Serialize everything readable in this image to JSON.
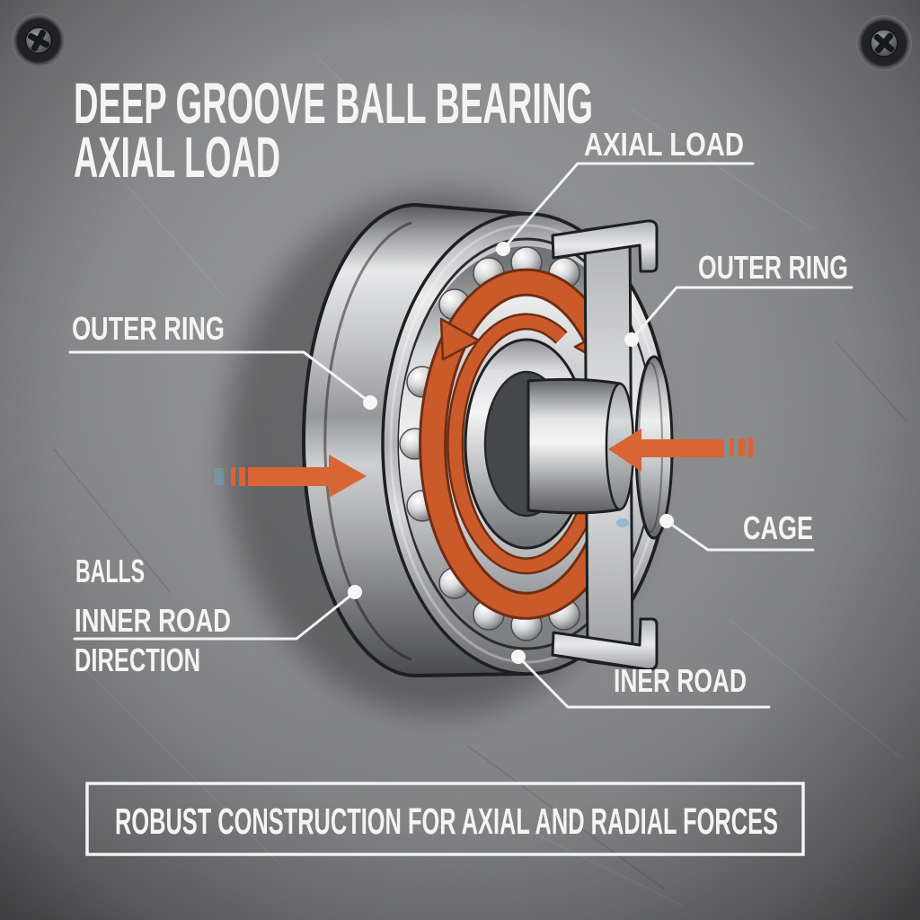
{
  "title": {
    "line1": "DEEP GROOVE BALL BEARING",
    "line2": "AXIAL LOAD"
  },
  "callouts": {
    "axial_load": "AXIAL LOAD",
    "outer_ring_right": "OUTER RING",
    "outer_ring_left": "OUTER RING",
    "balls": "BALLS",
    "inner_road": "INNER ROAD",
    "direction": "DIRECTION",
    "cage": "CAGE",
    "iner_road": "INER ROAD"
  },
  "banner": "ROBUST CONSTRUCTION FOR AXIAL AND RADIAL FORCES",
  "colors": {
    "accent_orange": "#CB5A2B",
    "arrow_orange": "#D96434",
    "text_white": "#F4F4F5",
    "plate_gray": "#85868A",
    "outline_dark": "#1E1F21"
  },
  "icons": {
    "screw_top_left": "phillips-screw-icon",
    "screw_top_right": "phillips-screw-icon"
  }
}
